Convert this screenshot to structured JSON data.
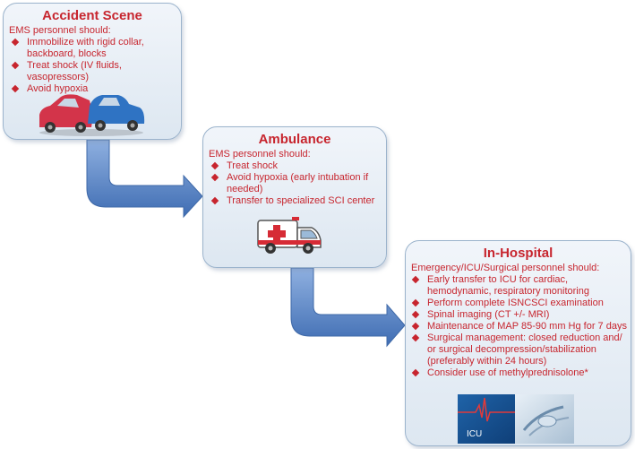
{
  "boxes": {
    "accident": {
      "title": "Accident Scene",
      "intro": "EMS personnel should:",
      "items": [
        "Immobilize with rigid collar, backboard, blocks",
        "Treat shock (IV fluids, vasopressors)",
        "Avoid hypoxia"
      ]
    },
    "ambulance": {
      "title": "Ambulance",
      "intro": "EMS personnel should:",
      "items": [
        "Treat shock",
        "Avoid hypoxia (early intubation if needed)",
        "Transfer to specialized SCI center"
      ]
    },
    "hospital": {
      "title": "In-Hospital",
      "intro": "Emergency/ICU/Surgical personnel should:",
      "items": [
        "Early transfer to ICU for cardiac, hemodynamic, respiratory monitoring",
        "Perform complete ISNCSCI examination",
        "Spinal imaging (CT +/- MRI)",
        "Maintenance of MAP 85-90 mm Hg for 7 days",
        "Surgical management: closed reduction and/ or surgical decompression/stabilization (preferably within 24 hours)",
        "Consider use of methylprednisolone*"
      ],
      "icu_label": "ICU"
    }
  },
  "colors": {
    "text": "#c7252e",
    "arrow": "#5f86c4",
    "box_border": "#9bb3cc"
  }
}
